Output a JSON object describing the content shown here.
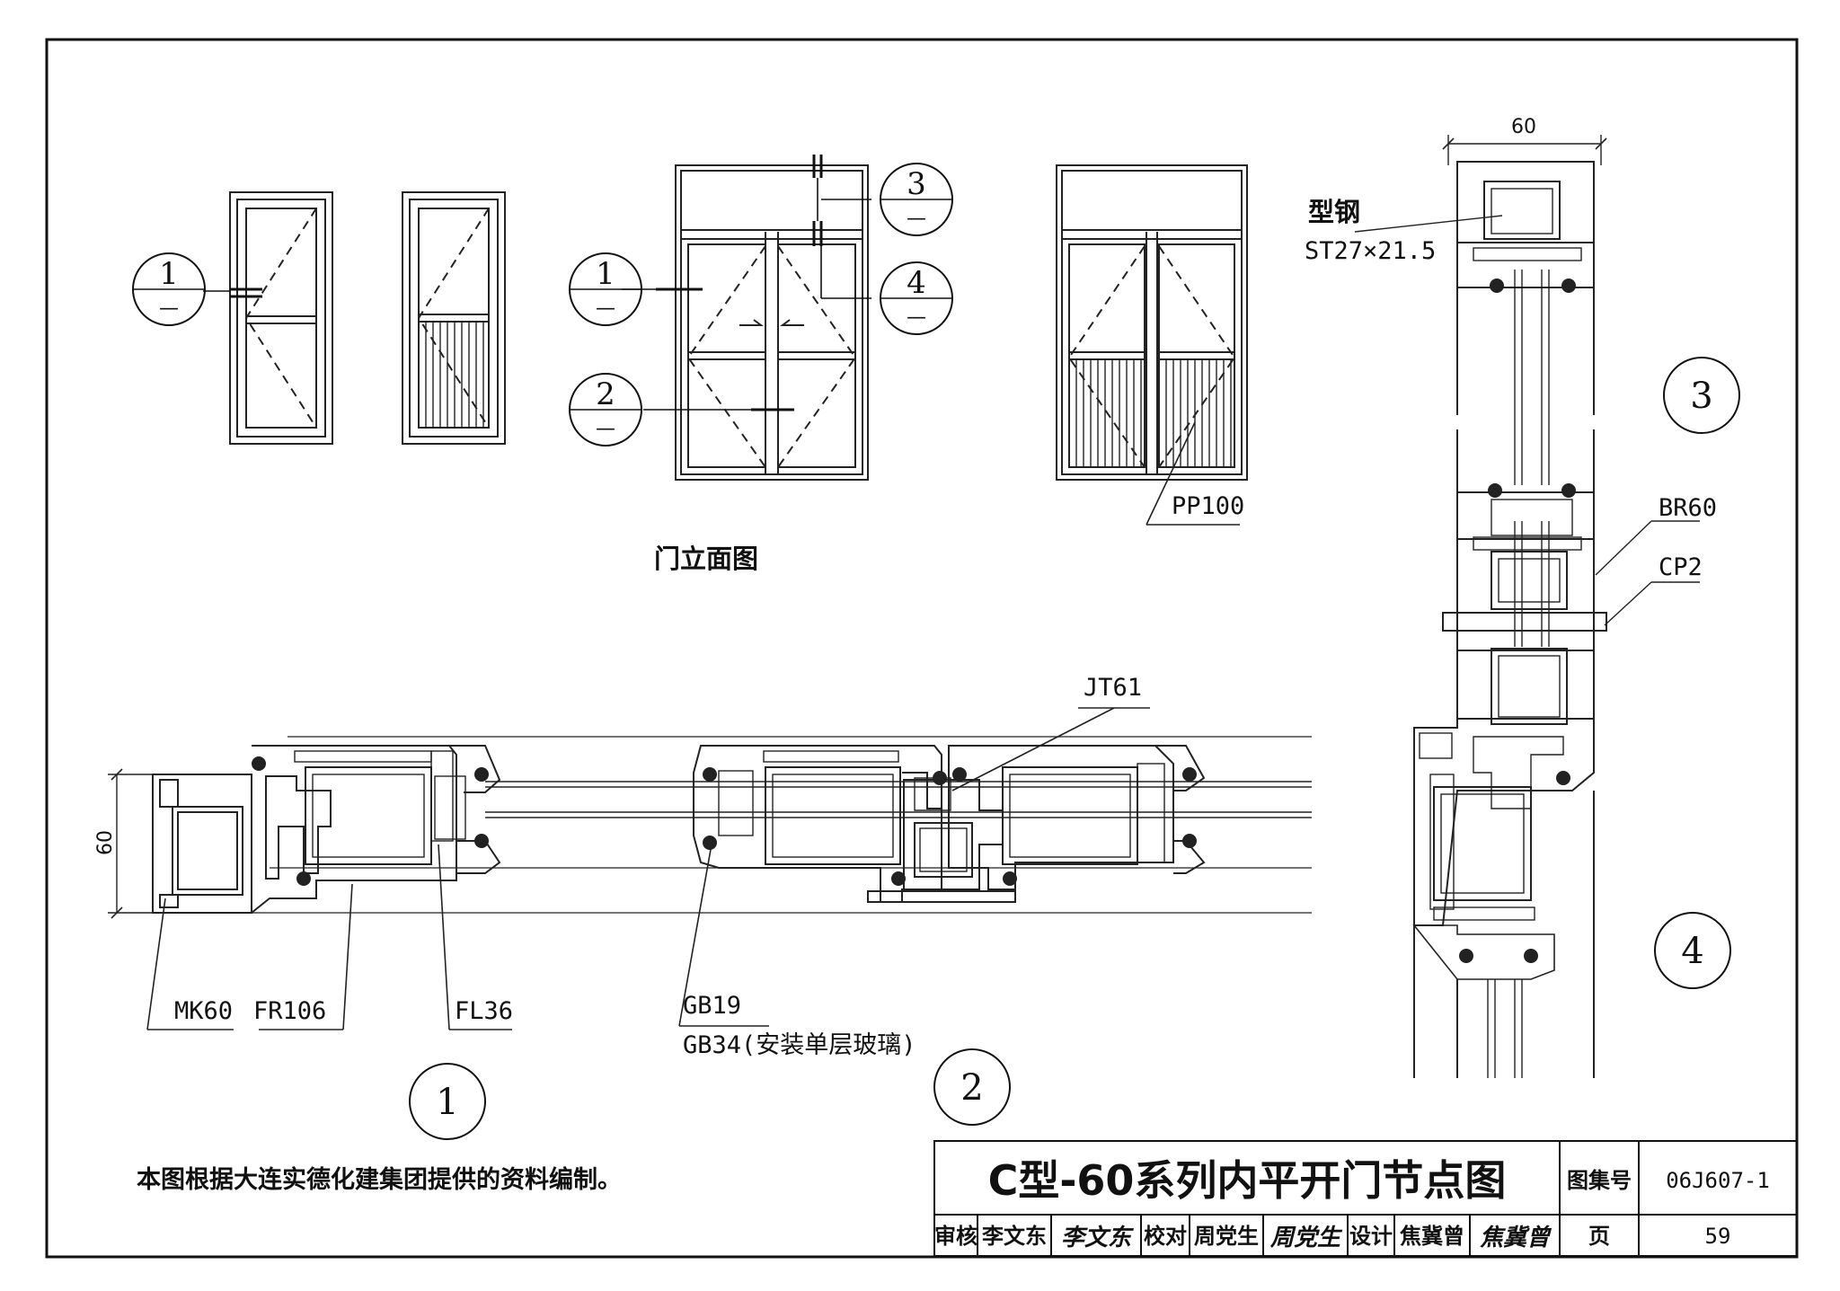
{
  "elevation": {
    "title": "门立面图",
    "markers": [
      {
        "num": "1",
        "sub": "—"
      },
      {
        "num": "1",
        "sub": "—"
      },
      {
        "num": "2",
        "sub": "—"
      },
      {
        "num": "3",
        "sub": "—"
      },
      {
        "num": "4",
        "sub": "—"
      }
    ],
    "panel_label": "PP100"
  },
  "vertical_section": {
    "dimension": "60",
    "steel_label": "型钢",
    "steel_spec": "ST27×21.5",
    "callouts": [
      "BR60",
      "CP2"
    ],
    "detail_3": "3",
    "detail_4": "4"
  },
  "horizontal_section": {
    "dimension": "60",
    "callouts": [
      "MK60",
      "FR106",
      "FL36",
      "JT61",
      "GB19",
      "GB34(安装单层玻璃)"
    ],
    "detail_1": "1",
    "detail_2": "2"
  },
  "note": "本图根据大连实德化建集团提供的资料编制。",
  "title_block": {
    "title": "C型-60系列内平开门节点图",
    "atlas_label": "图集号",
    "atlas_no": "06J607-1",
    "page_label": "页",
    "page_no": "59",
    "review_label": "审核",
    "reviewer": "李文东",
    "reviewer_sig": "李文东",
    "check_label": "校对",
    "checker": "周党生",
    "checker_sig": "周党生",
    "design_label": "设计",
    "designer": "焦冀曾",
    "designer_sig": "焦冀曾"
  }
}
